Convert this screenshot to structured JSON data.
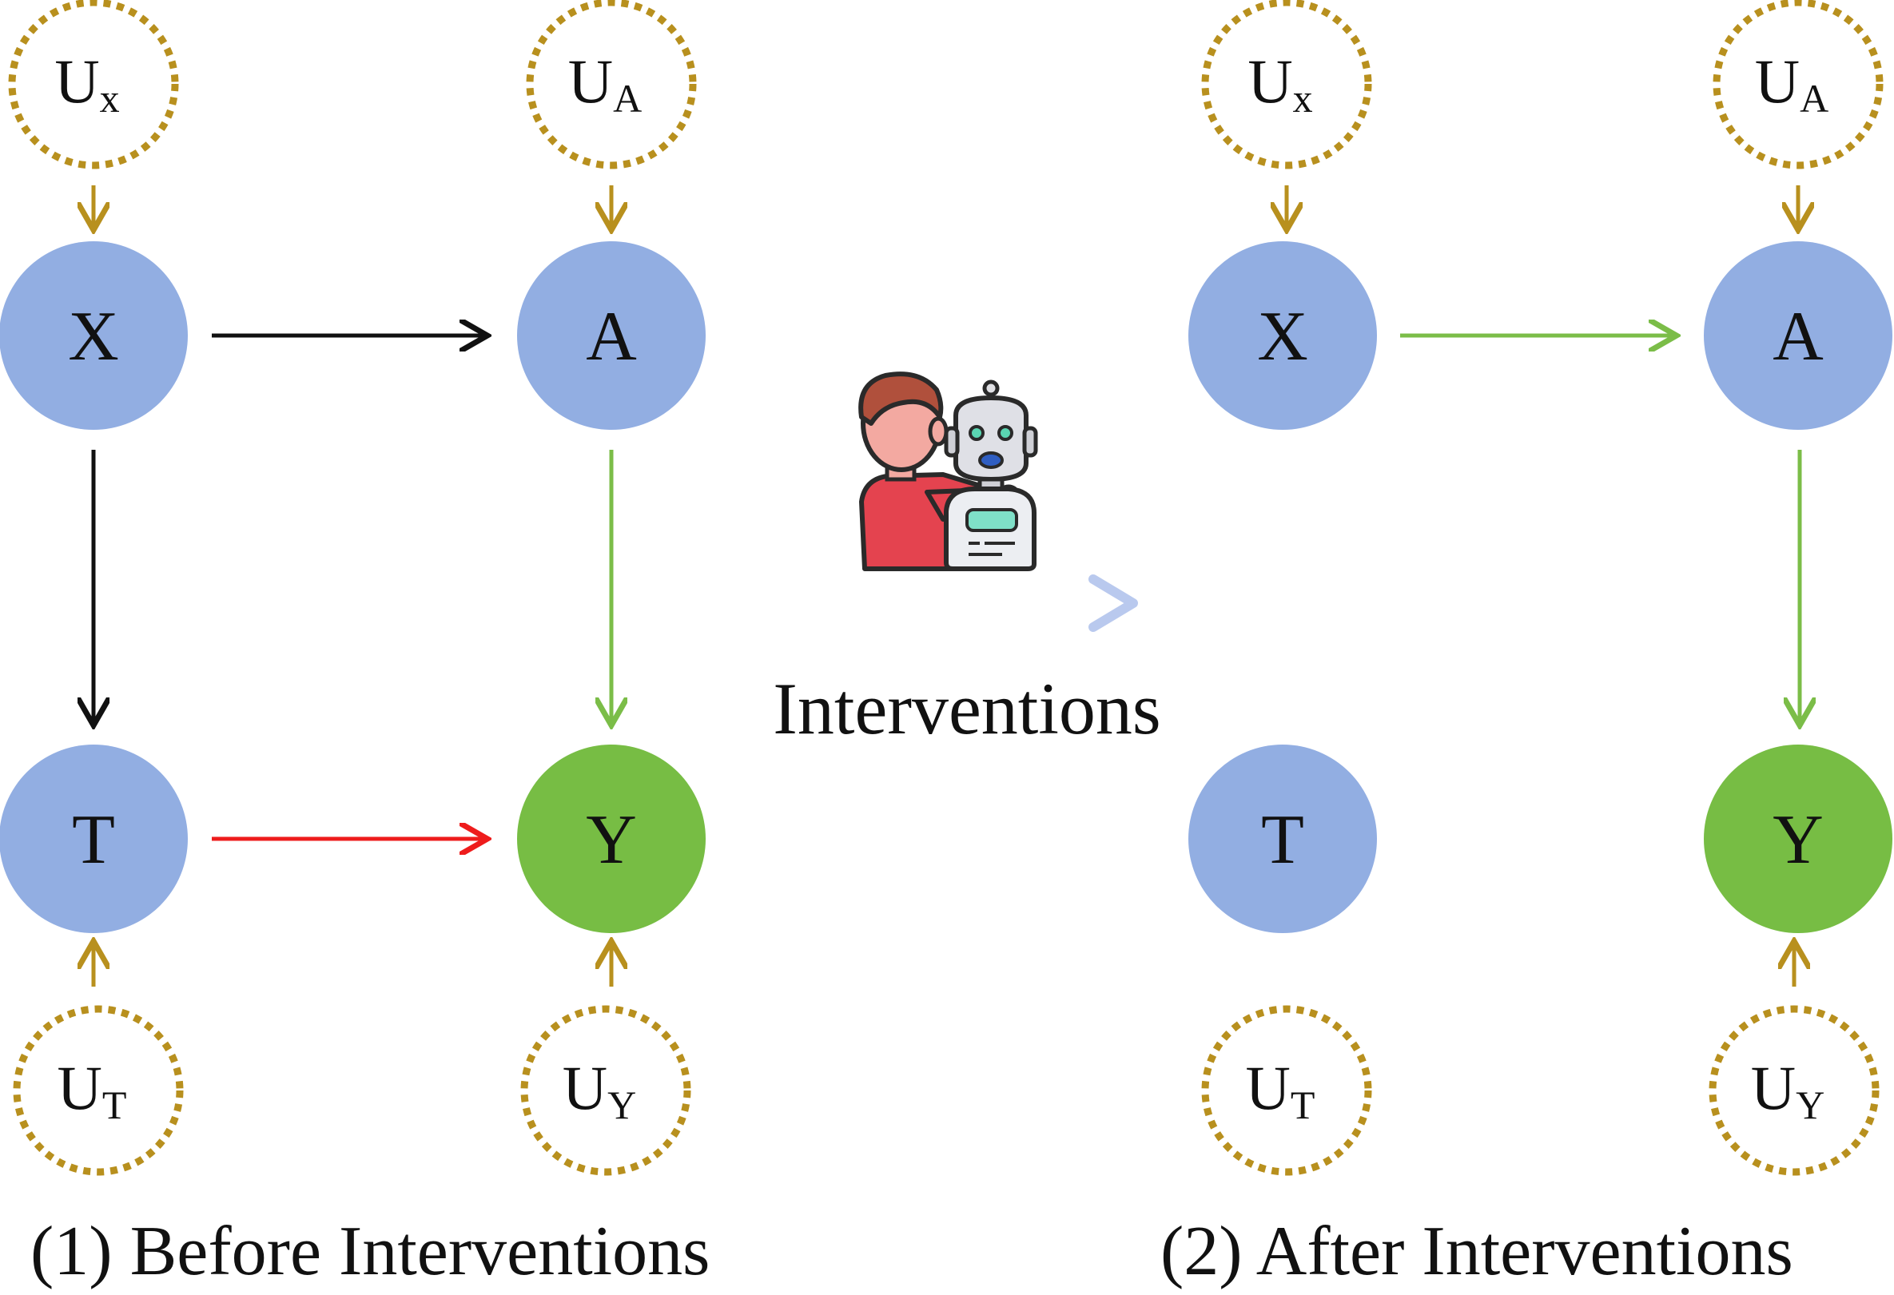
{
  "colors": {
    "node_blue": "#92aee2",
    "node_green": "#77bd44",
    "noise_border": "#b8901e",
    "arrow_black": "#111111",
    "arrow_green": "#7bbd48",
    "arrow_red": "#ee1c1c",
    "arrow_noise": "#b8901e",
    "intervention_arrow_light": "#b9c9ee",
    "intervention_arrow_dark": "#6a2aa0"
  },
  "before": {
    "caption": "(1) Before Interventions",
    "nodes": {
      "X": "X",
      "A": "A",
      "T": "T",
      "Y": "Y"
    },
    "noise": {
      "UX": {
        "main": "U",
        "sub": "x"
      },
      "UA": {
        "main": "U",
        "sub": "A"
      },
      "UT": {
        "main": "U",
        "sub": "T"
      },
      "UY": {
        "main": "U",
        "sub": "Y"
      }
    }
  },
  "after": {
    "caption": "(2) After Interventions",
    "nodes": {
      "X": "X",
      "A": "A",
      "T": "T",
      "Y": "Y"
    },
    "noise": {
      "UX": {
        "main": "U",
        "sub": "x"
      },
      "UA": {
        "main": "U",
        "sub": "A"
      },
      "UT": {
        "main": "U",
        "sub": "T"
      },
      "UY": {
        "main": "U",
        "sub": "Y"
      }
    }
  },
  "intervention": {
    "label": "Interventions",
    "icon": "human-robot-icon"
  }
}
